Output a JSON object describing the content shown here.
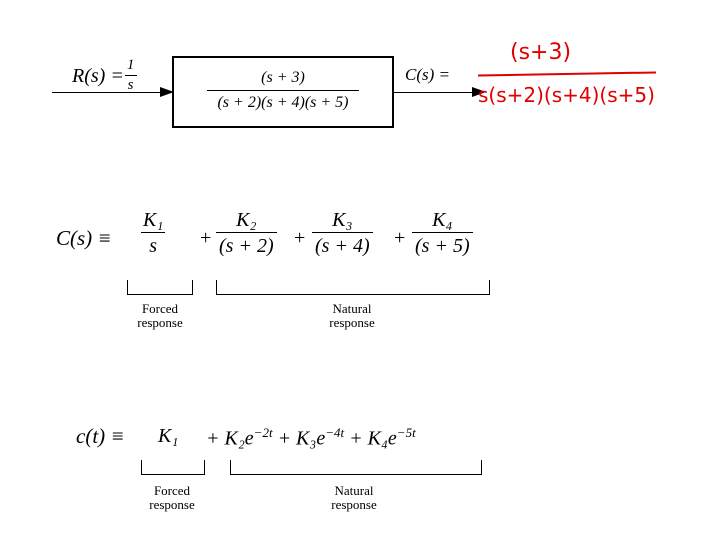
{
  "block_diagram": {
    "input_lhs": "R(s) = ",
    "input_num": "1",
    "input_den": "s",
    "tf_num": "(s + 3)",
    "tf_den": "(s + 2)(s + 4)(s + 5)",
    "output": "C(s) ="
  },
  "handwritten": {
    "num": "(s+3)",
    "den": "s(s+2)(s+4)(s+5)",
    "color": "#e00000"
  },
  "eq1": {
    "lhs": "C(s) ≡",
    "t1_num": "K₁",
    "t1_den": "s",
    "plus1": "+",
    "t2_num": "K₂",
    "t2_den": "(s + 2)",
    "plus2": "+",
    "t3_num": "K₃",
    "t3_den": "(s + 4)",
    "plus3": "+",
    "t4_num": "K₄",
    "t4_den": "(s + 5)",
    "forced_l1": "Forced",
    "forced_l2": "response",
    "natural_l1": "Natural",
    "natural_l2": "response"
  },
  "eq2": {
    "lhs": "c(t) ≡",
    "k1": "K₁",
    "k2": "+ K₂e",
    "exp2": "−2t",
    "k3": "+ K₃e",
    "exp3": "−4t",
    "k4": "+ K₄e",
    "exp4": "−5t",
    "forced_l1": "Forced",
    "forced_l2": "response",
    "natural_l1": "Natural",
    "natural_l2": "response"
  }
}
